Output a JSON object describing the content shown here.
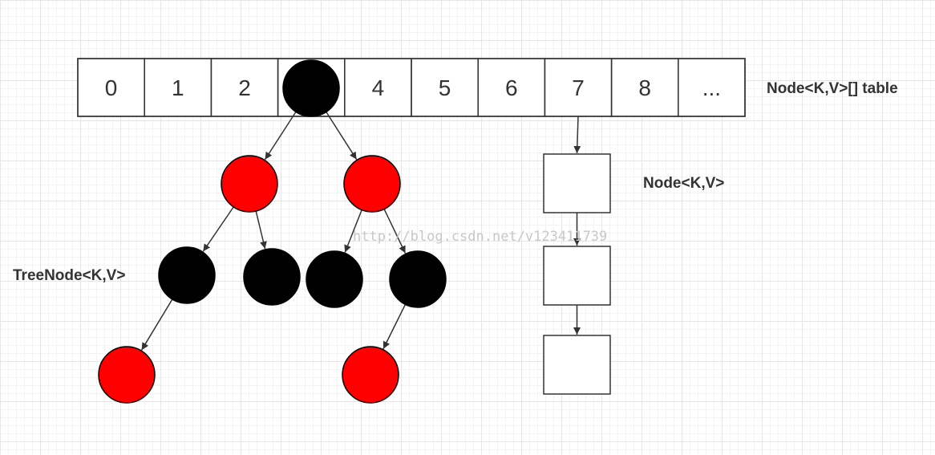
{
  "table": {
    "label": "Node<K,V>[] table",
    "cells": [
      "0",
      "1",
      "2",
      "",
      "4",
      "5",
      "6",
      "7",
      "8",
      "..."
    ]
  },
  "list_label": "Node<K,V>",
  "tree_label": "TreeNode<K,V>",
  "watermark": "http://blog.csdn.net/v123411739",
  "colors": {
    "red_node": "#ff0000",
    "black_node": "#000000",
    "line": "#333333",
    "grid": "#e6e6e6"
  },
  "tree": {
    "root_cell_index": 3,
    "nodes": [
      {
        "id": "n0",
        "color": "black",
        "parent": null
      },
      {
        "id": "n1",
        "color": "red",
        "parent": "n0"
      },
      {
        "id": "n2",
        "color": "red",
        "parent": "n0"
      },
      {
        "id": "n3",
        "color": "black",
        "parent": "n1"
      },
      {
        "id": "n4",
        "color": "black",
        "parent": "n1"
      },
      {
        "id": "n5",
        "color": "black",
        "parent": "n2"
      },
      {
        "id": "n6",
        "color": "black",
        "parent": "n2"
      },
      {
        "id": "n7",
        "color": "red",
        "parent": "n3"
      },
      {
        "id": "n8",
        "color": "red",
        "parent": "n6"
      }
    ]
  },
  "linked_list": {
    "head_cell_index": 7,
    "node_count": 3
  }
}
